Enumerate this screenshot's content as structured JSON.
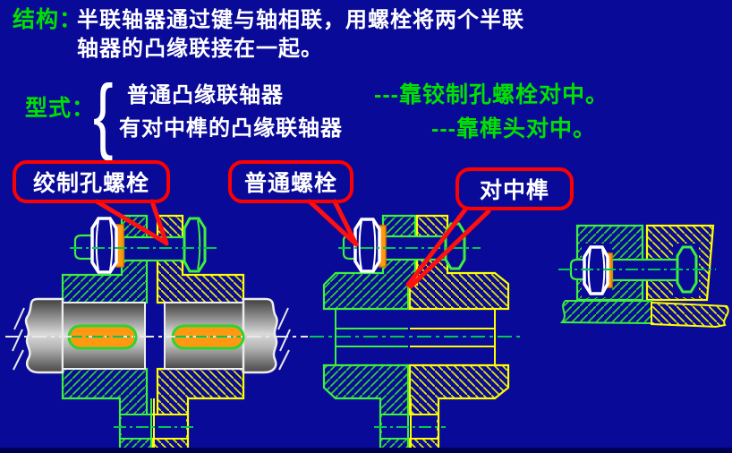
{
  "slide": {
    "background_color": "#0A0A99",
    "footer_bar_color": "#000052",
    "structure": {
      "label": "结构：",
      "text_line1": "半联轴器通过键与轴相联，用螺栓将两个半联",
      "text_line2": "轴器的凸缘联接在一起。"
    },
    "types": {
      "label": "型式：",
      "brace": "{",
      "options": [
        {
          "name": "普通凸缘联轴器",
          "note": "---靠铰制孔螺栓对中。"
        },
        {
          "name": "有对中榫的凸缘联轴器",
          "note": "---靠榫头对中。"
        }
      ]
    },
    "callouts": [
      {
        "text": "绞制孔螺栓"
      },
      {
        "text": "普通螺栓"
      },
      {
        "text": "对中榫"
      }
    ],
    "colors": {
      "heading_green": "#00E100",
      "body_white": "#FFFFFF",
      "callout_red": "#FF0000",
      "drawing_green": "#3CF03C",
      "drawing_yellow": "#FFFF00",
      "key_orange": "#FF9912",
      "shaft_gray": "#9A9A9A",
      "background_blue": "#0A0A99"
    }
  }
}
